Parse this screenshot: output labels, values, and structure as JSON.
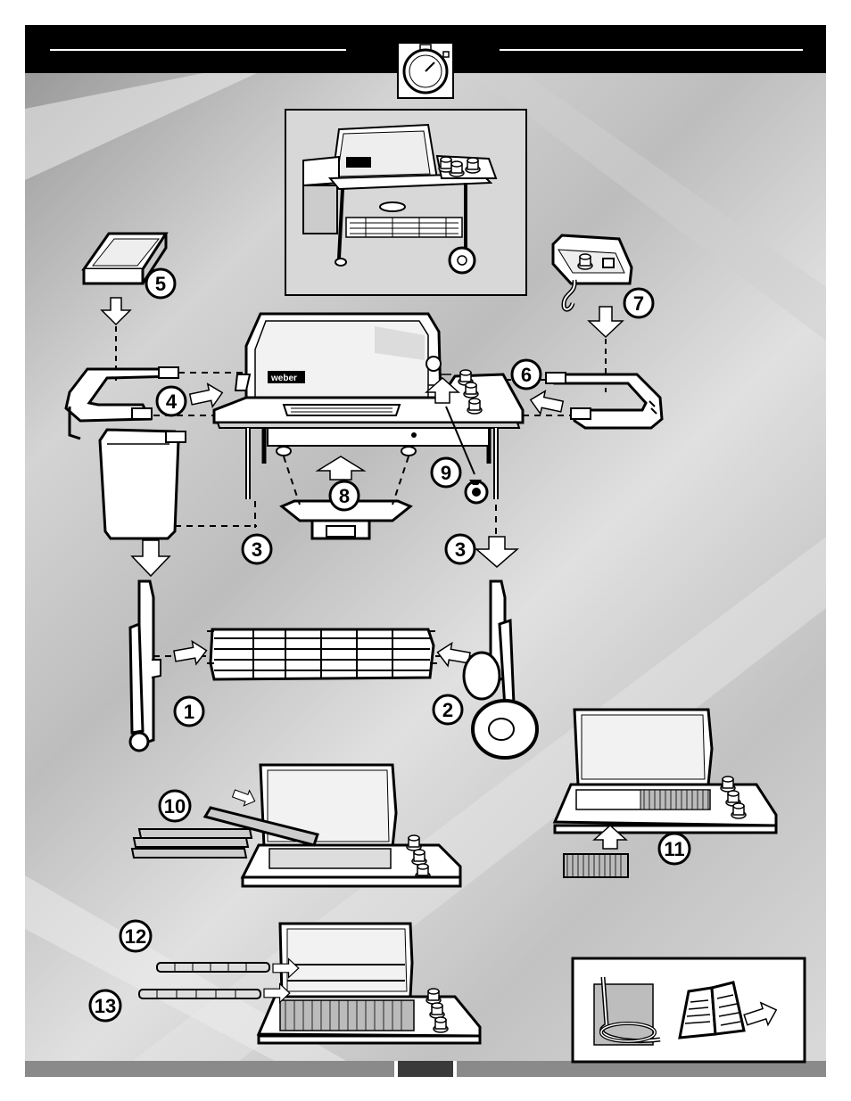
{
  "header": {
    "stopwatch_icon": "stopwatch-icon"
  },
  "steps": [
    {
      "id": "1",
      "label": "1"
    },
    {
      "id": "2",
      "label": "2"
    },
    {
      "id": "3a",
      "label": "3"
    },
    {
      "id": "3b",
      "label": "3"
    },
    {
      "id": "4",
      "label": "4"
    },
    {
      "id": "5",
      "label": "5"
    },
    {
      "id": "6",
      "label": "6"
    },
    {
      "id": "7",
      "label": "7"
    },
    {
      "id": "8",
      "label": "8"
    },
    {
      "id": "9",
      "label": "9"
    },
    {
      "id": "10",
      "label": "10"
    },
    {
      "id": "11",
      "label": "11"
    },
    {
      "id": "12",
      "label": "12"
    },
    {
      "id": "13",
      "label": "13"
    }
  ],
  "brand": {
    "logo_text": "weber"
  },
  "colors": {
    "bar": "#000000",
    "line": "#000000",
    "fill": "#ffffff",
    "shadow": "#9a9a9a"
  }
}
